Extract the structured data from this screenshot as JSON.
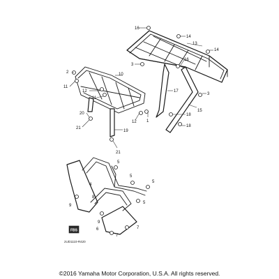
{
  "callouts": [
    "16",
    "14",
    "13",
    "14",
    "3",
    "16",
    "2",
    "10",
    "11",
    "12",
    "11",
    "17",
    "3",
    "12",
    "1",
    "18",
    "15",
    "20",
    "21",
    "19",
    "18",
    "21",
    "5",
    "4",
    "5",
    "5",
    "8",
    "9",
    "5",
    "9",
    "6",
    "7",
    "7"
  ],
  "logo_text": "FBS",
  "diagram_code": "2UD1110-R420",
  "copyright": "©2016 Yamaha Motor Corporation, U.S.A. All rights reserved."
}
